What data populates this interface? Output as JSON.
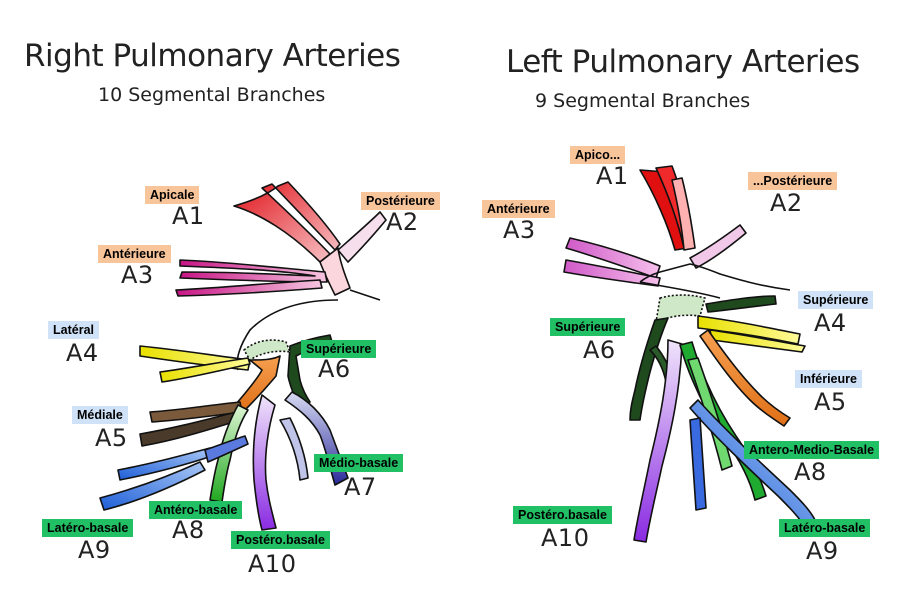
{
  "colors": {
    "orange_tag": "#f8c49a",
    "blue_tag": "#cfe2f8",
    "green_tag": "#22c064"
  },
  "right": {
    "title": "Right Pulmonary Arteries",
    "subtitle": "10 Segmental Branches",
    "segments": [
      {
        "code": "A1",
        "label": "Apicale",
        "tag": "orange"
      },
      {
        "code": "A2",
        "label": "Postérieure",
        "tag": "orange"
      },
      {
        "code": "A3",
        "label": "Antérieure",
        "tag": "orange"
      },
      {
        "code": "A4",
        "label": "Latéral",
        "tag": "blue"
      },
      {
        "code": "A5",
        "label": "Médiale",
        "tag": "blue"
      },
      {
        "code": "A6",
        "label": "Supérieure",
        "tag": "green"
      },
      {
        "code": "A7",
        "label": "Médio-basale",
        "tag": "green"
      },
      {
        "code": "A8",
        "label": "Antéro-basale",
        "tag": "green"
      },
      {
        "code": "A9",
        "label": "Latéro-basale",
        "tag": "green"
      },
      {
        "code": "A10",
        "label": "Postéro.basale",
        "tag": "green"
      }
    ]
  },
  "left": {
    "title": "Left Pulmonary Arteries",
    "subtitle": "9 Segmental Branches",
    "segments": [
      {
        "code": "A1",
        "label": "Apico...",
        "tag": "orange"
      },
      {
        "code": "A2",
        "label": "...Postérieure",
        "tag": "orange"
      },
      {
        "code": "A3",
        "label": "Antérieure",
        "tag": "orange"
      },
      {
        "code": "A4",
        "label": "Supérieure",
        "tag": "blue"
      },
      {
        "code": "A5",
        "label": "Inférieure",
        "tag": "blue"
      },
      {
        "code": "A6",
        "label": "Supérieure",
        "tag": "green"
      },
      {
        "code": "A8",
        "label": "Antero-Medio-Basale",
        "tag": "green"
      },
      {
        "code": "A9",
        "label": "Latéro-basale",
        "tag": "green"
      },
      {
        "code": "A10",
        "label": "Postéro.basale",
        "tag": "green"
      }
    ]
  }
}
